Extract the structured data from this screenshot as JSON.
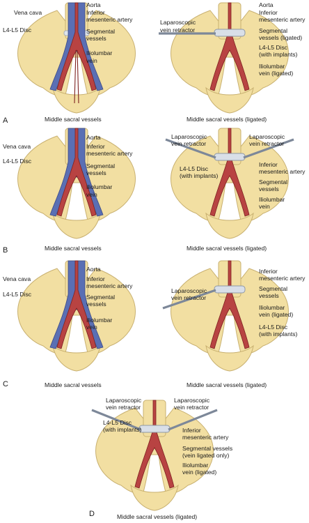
{
  "colors": {
    "bone": "#f2dfa2",
    "bone_edge": "#c8b070",
    "artery": "#b84342",
    "artery_edge": "#7e2221",
    "vein": "#5a6fb4",
    "vein_light": "#9fb0db",
    "implant": "#d9dfe8",
    "retractor": "#7d8899"
  },
  "panels": [
    {
      "letter": "",
      "left": {
        "labels": [
          "Vena cava",
          "Aorta",
          "Inferior",
          "mesenteric artery",
          "L4-L5 Disc",
          "Segmental",
          "vessels",
          "Iliolumbar",
          "vein",
          "Middle sacral vessels"
        ]
      },
      "right": {
        "labels": [
          "Aorta",
          "Inferior",
          "mesenteric artery",
          "Laparoscopic",
          "vein retractor",
          "Segmental",
          "vessels (ligated)",
          "L4-L5 Disc",
          "(with implants)",
          "Iliolumbar",
          "vein (ligated)",
          "Middle sacral vessels (ligated)"
        ]
      }
    },
    {
      "letter": "A",
      "left": null,
      "right": null
    },
    {
      "letter": "",
      "left": {
        "labels": [
          "Aorta",
          "Vena cava",
          "Inferior",
          "mesenteric artery",
          "L4-L5 Disc",
          "Segmental",
          "vessels",
          "Iliolumbar",
          "vein",
          "Middle sacral vessels"
        ]
      },
      "right": {
        "labels": [
          "Laparoscopic",
          "vein retractor",
          "Laparoscopic",
          "vein retractor",
          "L4-L5 Disc",
          "(with implants)",
          "Inferior",
          "mesenteric artery",
          "Segmental",
          "vessels",
          "Iliolumbar",
          "vein",
          "Middle sacral vessels (ligated)"
        ]
      }
    },
    {
      "letter": "B",
      "left": null,
      "right": null
    },
    {
      "letter": "",
      "left": {
        "labels": [
          "Aorta",
          "Vena cava",
          "Inferior",
          "mesenteric artery",
          "L4-L5 Disc",
          "Segmental",
          "vessels",
          "Iliolumbar",
          "vein",
          "Middle sacral vessels"
        ]
      },
      "right": {
        "labels": [
          "Laparoscopic",
          "vein retractor",
          "Inferior",
          "mesenteric artery",
          "Segmental",
          "vessels",
          "Iliolumbar",
          "vein (ligated)",
          "L4-L5 Disc",
          "(with implants)",
          "Middle sacral vessels (ligated)"
        ]
      }
    },
    {
      "letter": "C",
      "left": null,
      "right": null
    },
    {
      "letter": "",
      "left": {
        "labels": [
          "Laparoscopic",
          "vein retractor",
          "Laparoscopic",
          "vein retractor",
          "L4-L5 Disc",
          "(with implants)",
          "Inferior",
          "mesenteric artery",
          "Segmental vessels",
          "(vein ligated only)",
          "Iliolumbar",
          "vein (ligated)",
          "Middle sacral vessels (ligated)"
        ]
      },
      "right": null
    },
    {
      "letter": "D",
      "left": null,
      "right": null
    }
  ]
}
